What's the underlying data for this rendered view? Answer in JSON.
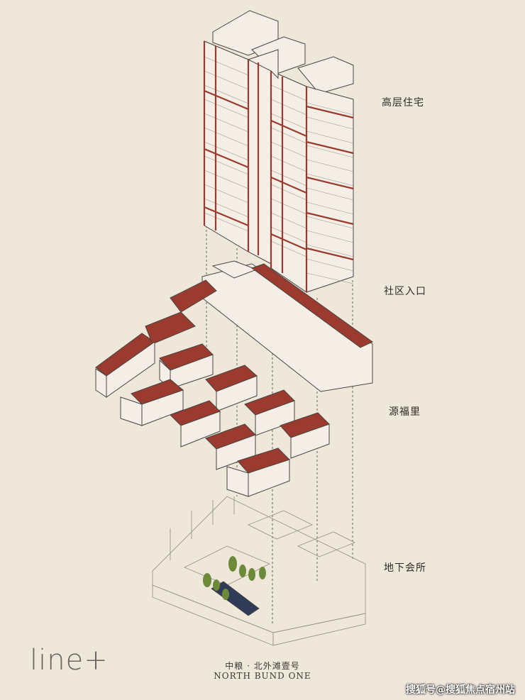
{
  "labels": {
    "tower": "高层住宅",
    "entrance": "社区入口",
    "lanes": "源福里",
    "clubhouse": "地下会所"
  },
  "brand": {
    "logo_text": "line+",
    "project_name_cn": "中粮 · 北外滩壹号",
    "project_name_en": "NORTH BUND ONE"
  },
  "watermark": "搜狐号@搜狐焦点宿州站",
  "colors": {
    "background": "#efe7da",
    "roof": "#9b3b30",
    "line": "#4a4440",
    "faint_line": "#9d958b",
    "pool": "#2f3b57",
    "tree": "#6d8a3a"
  }
}
